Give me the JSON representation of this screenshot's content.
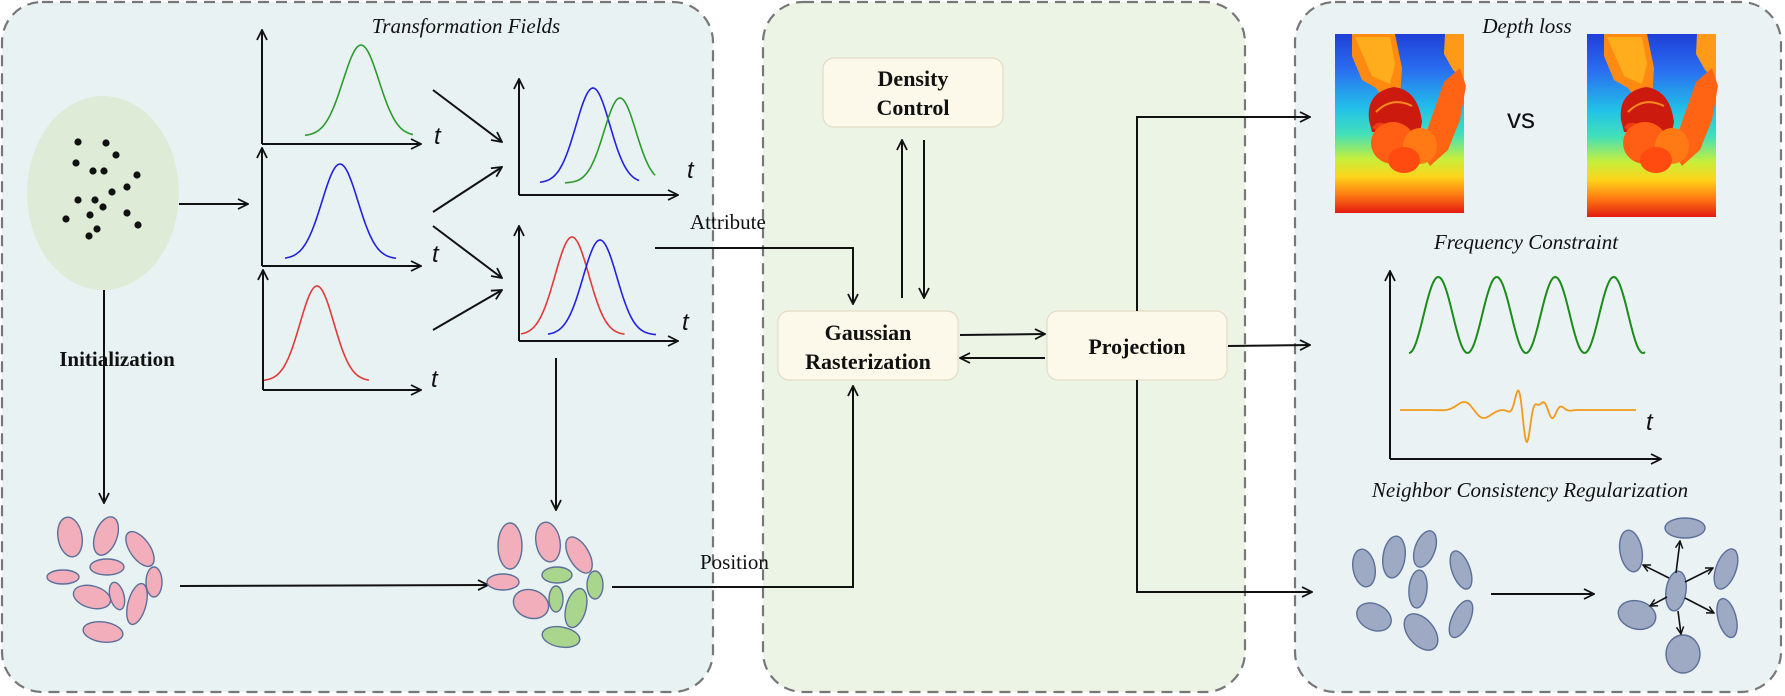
{
  "colors": {
    "panel_left_fill": "#e8f2f2",
    "panel_mid_fill": "#ecf4e6",
    "panel_right_fill": "#eaf2f3",
    "panel_border": "#777777",
    "box_fill": "#fdf9ea",
    "init_blob": "#deebd6",
    "gaussian_pink": "#f2aeba",
    "gaussian_green": "#a9d58d",
    "gaussian_gray": "#9ea9c4",
    "curve_green": "#2e9a2e",
    "curve_blue": "#2222dd",
    "curve_red": "#e03a3a",
    "signal_green": "#1c8a1c",
    "signal_orange": "#f29a1c"
  },
  "left_panel": {
    "title": "Transformation Fields",
    "init_label": "Initialization",
    "axis_label": "t"
  },
  "middle_panel": {
    "density_control": [
      "Density",
      "Control"
    ],
    "gaussian_rasterization": [
      "Gaussian",
      "Rasterization"
    ],
    "projection": "Projection",
    "attribute_label": "Attribute",
    "position_label": "Position"
  },
  "right_panel": {
    "depth_loss_title": "Depth loss",
    "vs_label": "vs",
    "frequency_title": "Frequency Constraint",
    "axis_label": "t",
    "neighbor_title": "Neighbor Consistency Regularization"
  }
}
